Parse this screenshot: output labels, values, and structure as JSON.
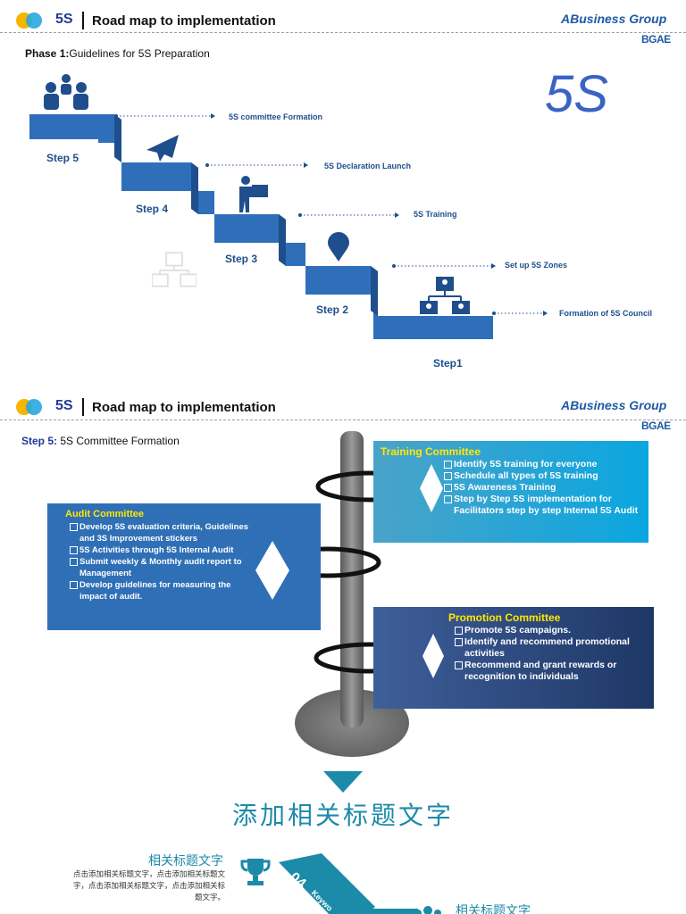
{
  "slide1": {
    "header": {
      "code": "5S",
      "title": "Road map to implementation"
    },
    "logo": {
      "name": "Business Group",
      "sub": "BGAE"
    },
    "phase": {
      "label": "Phase 1:",
      "text": "Guidelines for 5S Preparation"
    },
    "big_label": "5S",
    "steps": [
      {
        "label": "Step 5",
        "desc": "5S committee Formation",
        "icon": "team-icon"
      },
      {
        "label": "Step 4",
        "desc": "5S Declaration Launch",
        "icon": "paper-plane-icon"
      },
      {
        "label": "Step 3",
        "desc": "5S Training",
        "icon": "person-box-icon"
      },
      {
        "label": "Step 2",
        "desc": "Set up 5S Zones",
        "icon": "location-pin-icon"
      },
      {
        "label": "Step1",
        "desc": "Formation of 5S Council",
        "icon": "org-chart-icon"
      }
    ]
  },
  "slide2": {
    "header": {
      "code": "5S",
      "title": "Road map to implementation"
    },
    "logo": {
      "name": "Business Group",
      "sub": "BGAE"
    },
    "step": {
      "label": "Step 5:",
      "text": "5S Committee Formation"
    },
    "training": {
      "title": "Training Committee",
      "items": [
        "Identify 5S training for everyone",
        "Schedule all types of 5S training",
        "5S Awareness Training",
        "Step by Step 5S implementation for Facilitators step by step Internal 5S Audit"
      ]
    },
    "audit": {
      "title": "Audit Committee",
      "items": [
        "Develop 5S evaluation criteria, Guidelines and 3S Improvement stickers",
        "5S Activities through 5S Internal Audit",
        "Submit weekly & Monthly audit report to Management",
        "Develop guidelines for measuring the impact of audit."
      ]
    },
    "promotion": {
      "title": "Promotion Committee",
      "items": [
        "Promote 5S campaigns.",
        "Identify and recommend promotional activities",
        "Recommend and grant rewards or recognition to individuals"
      ]
    }
  },
  "slide3": {
    "title": "添加相关标题文字",
    "left": {
      "heading": "相关标题文字",
      "body": "点击添加相关标题文字，点击添加相关标题文字，点击添加相关标题文字，点击添加相关标题文字。"
    },
    "badge": "04",
    "keyword": "Keywo",
    "right_heading": "相关标题文字"
  },
  "colors": {
    "blue": "#2f6fba",
    "dark_blue": "#1f4e8c",
    "teal": "#1c8aa9",
    "yellow": "#ffe800"
  }
}
